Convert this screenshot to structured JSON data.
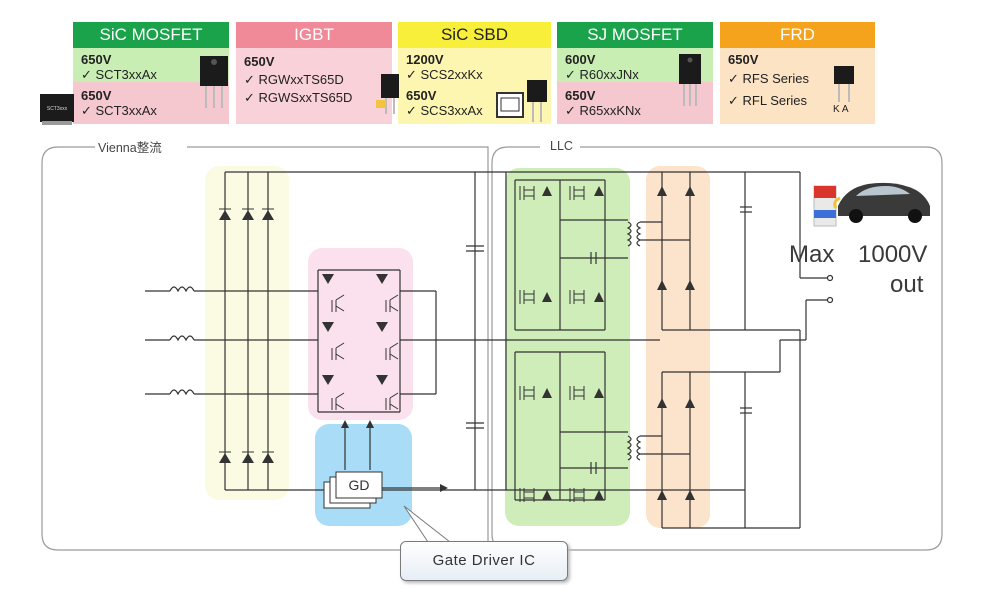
{
  "legend": [
    {
      "title": "SiC MOSFET",
      "head_color": "#1aa34a",
      "body_color": "#c8eeb3",
      "lower_color": "#f5c8d0",
      "rows": [
        "650V",
        "✓ SCT3xxAx",
        "650V",
        "✓ SCT3xxAx"
      ]
    },
    {
      "title": "IGBT",
      "head_color": "#f08a98",
      "body_color": "#f9d1d8",
      "rows": [
        "650V",
        "✓ RGWxxTS65D",
        "✓ RGWSxxTS65D"
      ]
    },
    {
      "title": "SiC SBD",
      "head_color": "#f7ef3a",
      "body_color": "#fdf6b0",
      "rows": [
        "1200V",
        "✓ SCS2xxKx",
        "650V",
        "✓ SCS3xxAx"
      ]
    },
    {
      "title": "SJ MOSFET",
      "head_color": "#1aa34a",
      "body_color": "#c8eeb3",
      "lower_color": "#f5c8d0",
      "rows": [
        "600V",
        "✓ R60xxJNx",
        "650V",
        "✓ R65xxKNx"
      ]
    },
    {
      "title": "FRD",
      "head_color": "#f5a21c",
      "body_color": "#fce3c4",
      "rows": [
        "650V",
        "✓ RFS Series",
        "✓ RFL Series"
      ],
      "pin_label": "K  A"
    }
  ],
  "package_label": "SCT3xxx",
  "sections": {
    "vienna": "Vienna整流",
    "llc": "LLC"
  },
  "gd_label": "GD",
  "callout": "Gate Driver IC",
  "output": {
    "max": "Max",
    "voltage": "1000V",
    "out": "out"
  },
  "colors": {
    "yellow_region": "#fbfbe3",
    "pink_region": "#fbe1ee",
    "blue_region": "#a9dcf6",
    "green_region": "#cfedb8",
    "orange_region": "#fbe3cc",
    "frame": "#9a9a9a",
    "wire": "#333333"
  }
}
